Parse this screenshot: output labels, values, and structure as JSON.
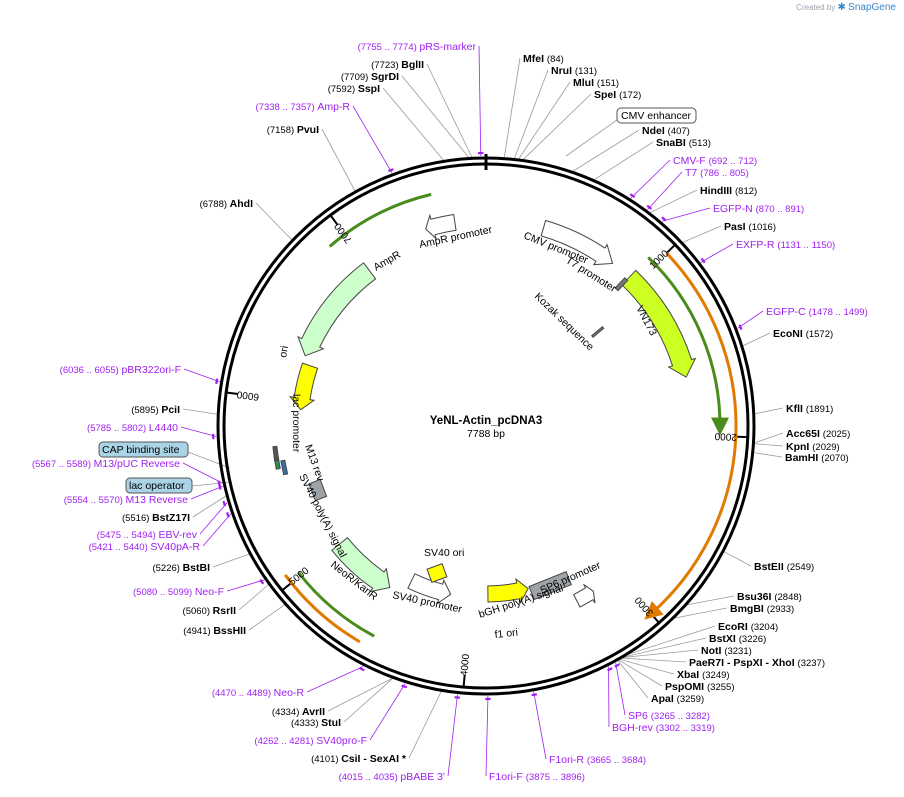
{
  "header": {
    "credit_prefix": "Created by",
    "credit_brand": "SnapGene"
  },
  "plasmid": {
    "name": "YeNL-Actin_pcDNA3",
    "size_label": "7788 bp",
    "length_bp": 7788,
    "tick_labels": [
      {
        "bp": 1000,
        "label": "1000"
      },
      {
        "bp": 2000,
        "label": "2000"
      },
      {
        "bp": 3000,
        "label": "3000"
      },
      {
        "bp": 4000,
        "label": "4000"
      },
      {
        "bp": 5000,
        "label": "5000"
      },
      {
        "bp": 6000,
        "label": "6000"
      },
      {
        "bp": 7000,
        "label": "7000"
      }
    ]
  },
  "colors": {
    "enzyme": "#000000",
    "primer": "#a020f0",
    "feature_outline": "#444444",
    "promoter_fill": "#ffffff",
    "yellow": "#ffff00",
    "lime": "#ccff22",
    "light_green": "#ccffcc",
    "gray": "#9ea3a8",
    "orange": "#e07a00",
    "dark_green": "#4a8c1c",
    "binding_site": "#aad4e6"
  },
  "enzymes": [
    {
      "bp": 84,
      "name": "MfeI",
      "pos": "(84)"
    },
    {
      "bp": 131,
      "name": "NruI",
      "pos": "(131)"
    },
    {
      "bp": 151,
      "name": "MluI",
      "pos": "(151)"
    },
    {
      "bp": 172,
      "name": "SpeI",
      "pos": "(172)"
    },
    {
      "bp": 407,
      "name": "NdeI",
      "pos": "(407)"
    },
    {
      "bp": 513,
      "name": "SnaBI",
      "pos": "(513)"
    },
    {
      "bp": 812,
      "name": "HindIII",
      "pos": "(812)"
    },
    {
      "bp": 1016,
      "name": "PasI",
      "pos": "(1016)"
    },
    {
      "bp": 1572,
      "name": "EcoNI",
      "pos": "(1572)"
    },
    {
      "bp": 1891,
      "name": "KflI",
      "pos": "(1891)"
    },
    {
      "bp": 2025,
      "name": "Acc65I",
      "pos": "(2025)"
    },
    {
      "bp": 2029,
      "name": "KpnI",
      "pos": "(2029)"
    },
    {
      "bp": 2070,
      "name": "BamHI",
      "pos": "(2070)"
    },
    {
      "bp": 2549,
      "name": "BstEII",
      "pos": "(2549)"
    },
    {
      "bp": 2848,
      "name": "Bsu36I",
      "pos": "(2848)"
    },
    {
      "bp": 2933,
      "name": "BmgBI",
      "pos": "(2933)"
    },
    {
      "bp": 3204,
      "name": "EcoRI",
      "pos": "(3204)"
    },
    {
      "bp": 3226,
      "name": "BstXI",
      "pos": "(3226)"
    },
    {
      "bp": 3231,
      "name": "NotI",
      "pos": "(3231)"
    },
    {
      "bp": 3237,
      "name": "PaeR7I   - PspXI   - XhoI",
      "pos": "(3237)"
    },
    {
      "bp": 3249,
      "name": "XbaI",
      "pos": "(3249)"
    },
    {
      "bp": 3255,
      "name": "PspOMI",
      "pos": "(3255)"
    },
    {
      "bp": 3259,
      "name": "ApaI",
      "pos": "(3259)"
    },
    {
      "bp": 4101,
      "name": "CsiI   - SexAI  *",
      "pos": "(4101)"
    },
    {
      "bp": 4333,
      "name": "StuI",
      "pos": "(4333)"
    },
    {
      "bp": 4334,
      "name": "AvrII",
      "pos": "(4334)"
    },
    {
      "bp": 4941,
      "name": "BssHII",
      "pos": "(4941)"
    },
    {
      "bp": 5060,
      "name": "RsrII",
      "pos": "(5060)"
    },
    {
      "bp": 5226,
      "name": "BstBI",
      "pos": "(5226)"
    },
    {
      "bp": 5516,
      "name": "BstZ17I",
      "pos": "(5516)"
    },
    {
      "bp": 5895,
      "name": "PciI",
      "pos": "(5895)"
    },
    {
      "bp": 6788,
      "name": "AhdI",
      "pos": "(6788)"
    },
    {
      "bp": 7158,
      "name": "PvuI",
      "pos": "(7158)"
    },
    {
      "bp": 7592,
      "name": "SspI",
      "pos": "(7592)"
    },
    {
      "bp": 7709,
      "name": "SgrDI",
      "pos": "(7709)"
    },
    {
      "bp": 7723,
      "name": "BglII",
      "pos": "(7723)"
    }
  ],
  "primers": [
    {
      "bp": 702,
      "name": "CMV-F",
      "range": "(692 .. 712)"
    },
    {
      "bp": 795,
      "name": "T7",
      "range": "(786 .. 805)"
    },
    {
      "bp": 880,
      "name": "EGFP-N",
      "range": "(870 .. 891)"
    },
    {
      "bp": 1140,
      "name": "EXFP-R",
      "range": "(1131 .. 1150)"
    },
    {
      "bp": 1488,
      "name": "EGFP-C",
      "range": "(1478 .. 1499)"
    },
    {
      "bp": 3273,
      "name": "SP6",
      "range": "(3265 .. 3282)"
    },
    {
      "bp": 3310,
      "name": "BGH-rev",
      "range": "(3302 .. 3319)"
    },
    {
      "bp": 3674,
      "name": "F1ori-R",
      "range": "(3665 .. 3684)"
    },
    {
      "bp": 3885,
      "name": "F1ori-F",
      "range": "(3875 .. 3896)"
    },
    {
      "bp": 4025,
      "name": "pBABE 3'",
      "range": "(4015 .. 4035)"
    },
    {
      "bp": 4271,
      "name": "SV40pro-F",
      "range": "(4262 .. 4281)"
    },
    {
      "bp": 4479,
      "name": "Neo-R",
      "range": "(4470 .. 4489)"
    },
    {
      "bp": 5089,
      "name": "Neo-F",
      "range": "(5080 .. 5099)"
    },
    {
      "bp": 5430,
      "name": "SV40pA-R",
      "range": "(5421 .. 5440)"
    },
    {
      "bp": 5484,
      "name": "EBV-rev",
      "range": "(5475 .. 5494)"
    },
    {
      "bp": 5562,
      "name": "M13 Reverse",
      "range": "(5554 .. 5570)"
    },
    {
      "bp": 5578,
      "name": "M13/pUC Reverse",
      "range": "(5567 .. 5589)"
    },
    {
      "bp": 5793,
      "name": "L4440",
      "range": "(5785 .. 5802)"
    },
    {
      "bp": 6045,
      "name": "pBR322ori-F",
      "range": "(6036 .. 6055)"
    },
    {
      "bp": 7347,
      "name": "Amp-R",
      "range": "(7338 .. 7357)"
    },
    {
      "bp": 7764,
      "name": "pRS-marker",
      "range": "(7755 .. 7774)"
    }
  ],
  "feature_labels": {
    "cmv_enhancer": "CMV enhancer",
    "cap_binding_site": "CAP binding site",
    "lac_operator": "lac operator",
    "cmv_promoter": "CMV promoter",
    "t7_promoter": "T7 promoter",
    "kozak": "Kozak sequence",
    "vn173": "VN173",
    "ampr": "AmpR",
    "ampr_promoter": "AmpR promoter",
    "ori": "ori",
    "lac_promoter": "lac promoter",
    "m13_rev": "M13 rev",
    "sv40_polya": "SV40 poly(A) signal",
    "neo": "NeoR/KanR",
    "sv40_promoter": "SV40 promoter",
    "sv40_ori": "SV40 ori",
    "f1_ori": "f1 ori",
    "bgh": "bGH poly(A) signal",
    "sp6_promoter": "SP6 promoter"
  }
}
